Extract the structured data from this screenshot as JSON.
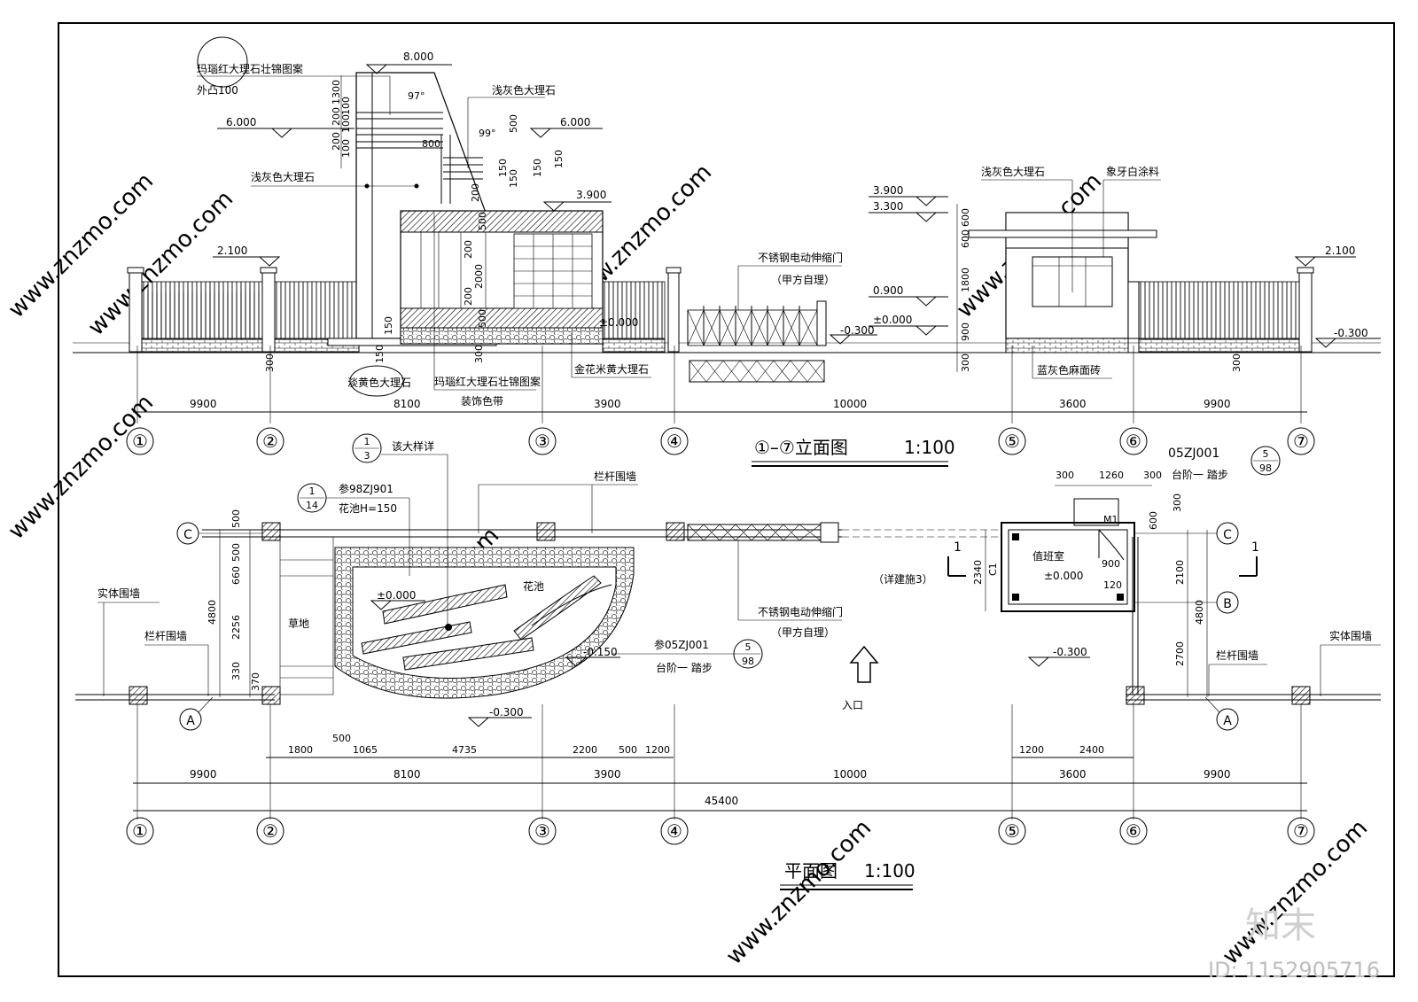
{
  "elevation": {
    "title": "①–⑦立面图",
    "scale": "1:100",
    "labels": {
      "red_marble_pattern_top": "玛瑙红大理石壮锦图案",
      "protrude": "外凸100",
      "light_grey_marble_1": "浅灰色大理石",
      "light_grey_marble_2": "浅灰色大理石",
      "light_grey_marble_3": "浅灰色大理石",
      "ivory_paint": "象牙白涂料",
      "light_yellow_marble": "淡黄色大理石",
      "red_marble_pattern_bottom": "玛瑙红大理石壮锦图案",
      "deco_band": "装饰色带",
      "gold_marble": "金花米黄大理石",
      "steel_gate": "不锈钢电动伸缩门",
      "owner_supplied": "（甲方自理）",
      "blue_grey_brick": "蓝灰色麻面砖"
    },
    "levels": [
      "8.000",
      "6.000",
      "6.000",
      "3.900",
      "2.100",
      "2.100",
      "±0.000",
      "-0.300",
      "3.900",
      "3.300",
      "0.900",
      "±0.000",
      "-0.300"
    ],
    "angles": [
      "97°",
      "99°"
    ],
    "dims_small": [
      "1300",
      "200",
      "100",
      "200",
      "100",
      "100",
      "800",
      "500",
      "150",
      "150",
      "150",
      "150",
      "200",
      "500",
      "200",
      "2000",
      "200",
      "500",
      "300",
      "150",
      "150",
      "600",
      "600",
      "1800",
      "900",
      "300",
      "300",
      "300"
    ],
    "dims_bays": [
      "9900",
      "8100",
      "3900",
      "10000",
      "3600",
      "9900"
    ],
    "axes": [
      "①",
      "②",
      "③",
      "④",
      "⑤",
      "⑥",
      "⑦"
    ]
  },
  "plan": {
    "title": "平面图",
    "scale": "1:100",
    "labels": {
      "detail_ref": "该大样详",
      "ref_98zj901": "参98ZJ901",
      "flowerbed_h": "花池H=150",
      "railing_wall_top": "栏杆围墙",
      "flowerbed": "花池",
      "grass": "草地",
      "solid_wall_left": "实体围墙",
      "railing_wall_left": "栏杆围墙",
      "steel_gate": "不锈钢电动伸缩门",
      "owner_supplied": "（甲方自理）",
      "step_ref_left": "参05ZJ001",
      "step_left": "台阶一 踏步",
      "entrance": "入口",
      "see_drawing": "（详建施3）",
      "duty_room": "值班室",
      "door": "M1",
      "window": "C1",
      "step_ref_right": "05ZJ001",
      "step_right": "台阶一 踏步",
      "railing_wall_right": "栏杆围墙",
      "solid_wall_right": "实体围墙"
    },
    "callouts": [
      {
        "top": "1",
        "bottom": "3"
      },
      {
        "top": "1",
        "bottom": "14"
      },
      {
        "top": "5",
        "bottom": "98"
      },
      {
        "top": "5",
        "bottom": "98"
      }
    ],
    "section_mark": "1",
    "levels": [
      "±0.000",
      "-0.150",
      "-0.300",
      "-0.300",
      "±0.000"
    ],
    "grid_rows": [
      "C",
      "A",
      "C",
      "B",
      "A"
    ],
    "dims_left_vertical": [
      "500",
      "500",
      "660",
      "2256",
      "330",
      "370",
      "4800"
    ],
    "dims_right": [
      "300",
      "1260",
      "300",
      "600",
      "300",
      "900",
      "120",
      "2340",
      "2100",
      "2700",
      "4800"
    ],
    "dims_sub": [
      "1800",
      "500",
      "1065",
      "4735",
      "2200",
      "500",
      "1200",
      "1200",
      "2400"
    ],
    "dims_bays": [
      "9900",
      "8100",
      "3900",
      "10000",
      "3600",
      "9900"
    ],
    "dims_total": "45400",
    "axes": [
      "①",
      "②",
      "③",
      "④",
      "⑤",
      "⑥",
      "⑦"
    ]
  },
  "watermark": {
    "logo": "知末",
    "id_text": "ID: 1152905716",
    "site": "www.znzmo.com"
  }
}
